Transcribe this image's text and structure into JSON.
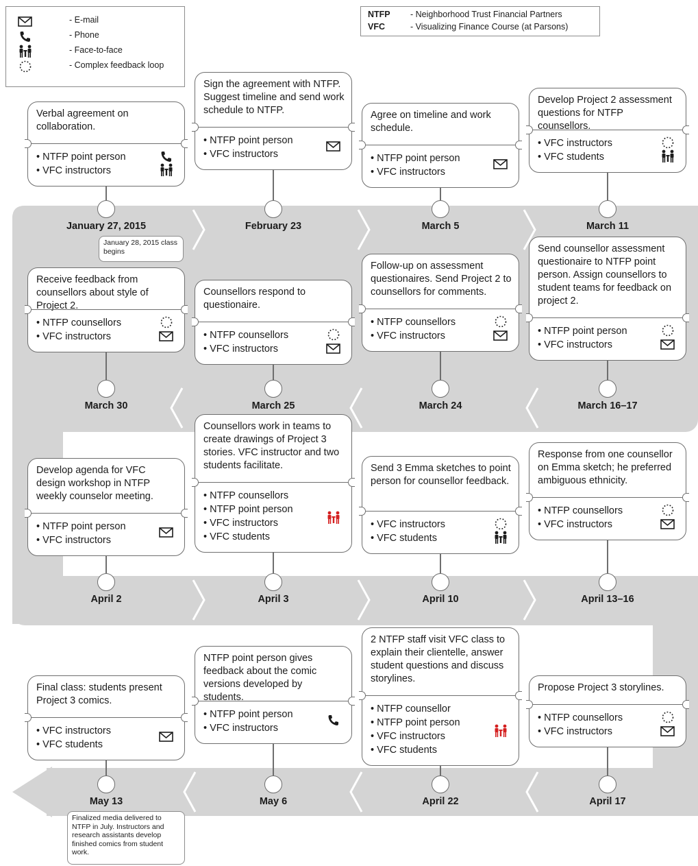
{
  "legend": {
    "items": [
      {
        "icon": "email-icon",
        "label": "- E-mail"
      },
      {
        "icon": "phone-icon",
        "label": "- Phone"
      },
      {
        "icon": "face-to-face-icon",
        "label": "- Face-to-face"
      },
      {
        "icon": "feedback-loop-icon",
        "label": "- Complex feedback loop"
      }
    ]
  },
  "abbreviations": [
    {
      "key": "NTFP",
      "value": "- Neighborhood Trust Financial Partners"
    },
    {
      "key": "VFC",
      "value": "- Visualizing Finance Course (at Parsons)"
    }
  ],
  "colors": {
    "band": "#d4d4d4",
    "stroke": "#6e6e6e",
    "highlight": "#d42020"
  },
  "rows": [
    {
      "events": [
        {
          "date": "January 27, 2015",
          "title": "Verbal agreement on collaboration.",
          "participants": [
            "• NTFP point person",
            "• VFC instructors"
          ],
          "icons": [
            "phone-icon",
            "face-to-face-icon"
          ]
        },
        {
          "date": "February 23",
          "title": "Sign the agreement with NTFP. Suggest timeline and send work schedule to NTFP.",
          "participants": [
            "• NTFP point person",
            "• VFC instructors"
          ],
          "icons": [
            "email-icon"
          ]
        },
        {
          "date": "March 5",
          "title": "Agree on timeline and work schedule.",
          "participants": [
            "• NTFP point person",
            "• VFC instructors"
          ],
          "icons": [
            "email-icon"
          ]
        },
        {
          "date": "March 11",
          "title": "Develop Project 2 assessment questions for NTFP counsellors.",
          "participants": [
            "• VFC instructors",
            "• VFC students"
          ],
          "icons": [
            "feedback-loop-icon",
            "face-to-face-icon"
          ]
        }
      ]
    },
    {
      "events": [
        {
          "date": "March 30",
          "title": "Receive feedback from counsellors about style of Project 2.",
          "participants": [
            "• NTFP counsellors",
            "• VFC instructors"
          ],
          "icons": [
            "feedback-loop-icon",
            "email-icon"
          ]
        },
        {
          "date": "March 25",
          "title": "Counsellors respond to questionaire.",
          "participants": [
            "• NTFP counsellors",
            "• VFC instructors"
          ],
          "icons": [
            "feedback-loop-icon",
            "email-icon"
          ]
        },
        {
          "date": "March 24",
          "title": "Follow-up on assessment questionaires. Send Project 2 to counsellors for comments.",
          "participants": [
            "• NTFP counsellors",
            "• VFC instructors"
          ],
          "icons": [
            "feedback-loop-icon",
            "email-icon"
          ]
        },
        {
          "date": "March 16–17",
          "title": "Send counsellor assessment questionaire to NTFP point person. Assign counsellors to student teams for feedback on project 2.",
          "participants": [
            "• NTFP point person",
            "• VFC instructors"
          ],
          "icons": [
            "feedback-loop-icon",
            "email-icon"
          ]
        }
      ]
    },
    {
      "events": [
        {
          "date": "April 2",
          "title": "Develop agenda for VFC design workshop in NTFP weekly counselor meeting.",
          "participants": [
            "• NTFP point person",
            "• VFC instructors"
          ],
          "icons": [
            "email-icon"
          ]
        },
        {
          "date": "April 3",
          "title": "Counsellors work in teams to create drawings of Project 3 stories. VFC instructor and two students facilitate.",
          "participants": [
            "• NTFP counsellors",
            "• NTFP point person",
            "• VFC instructors",
            "• VFC students"
          ],
          "icons": [
            "face-to-face-icon"
          ],
          "highlight": true
        },
        {
          "date": "April 10",
          "title": "Send 3 Emma sketches to point person for counsellor feedback.",
          "participants": [
            "• VFC instructors",
            "• VFC students"
          ],
          "icons": [
            "feedback-loop-icon",
            "face-to-face-icon"
          ]
        },
        {
          "date": "April 13–16",
          "title": "Response from one counsellor on Emma sketch; he preferred ambiguous ethnicity.",
          "participants": [
            "• NTFP counsellors",
            "• VFC instructors"
          ],
          "icons": [
            "feedback-loop-icon",
            "email-icon"
          ]
        }
      ]
    },
    {
      "events": [
        {
          "date": "May 13",
          "title": "Final class: students present Project 3 comics.",
          "participants": [
            "• VFC instructors",
            "• VFC students"
          ],
          "icons": [
            "email-icon"
          ]
        },
        {
          "date": "May 6",
          "title": "NTFP point person gives feedback about the comic versions developed by students.",
          "participants": [
            "• NTFP point person",
            "• VFC instructors"
          ],
          "icons": [
            "phone-icon"
          ]
        },
        {
          "date": "April 22",
          "title": "2 NTFP staff visit VFC class to explain their clientelle, answer student questions and discuss storylines.",
          "participants": [
            "• NTFP counsellor",
            "• NTFP point person",
            "• VFC instructors",
            "• VFC students"
          ],
          "icons": [
            "face-to-face-icon"
          ],
          "highlight": true
        },
        {
          "date": "April 17",
          "title": "Propose Project 3 storylines.",
          "participants": [
            "• NTFP counsellors",
            "• VFC instructors"
          ],
          "icons": [
            "feedback-loop-icon",
            "email-icon"
          ]
        }
      ]
    }
  ],
  "notes": [
    {
      "text": "January 28, 2015 class begins"
    },
    {
      "text": "Finalized media delivered to NTFP in July. Instructors and research assistants develop finished comics from student work."
    }
  ]
}
